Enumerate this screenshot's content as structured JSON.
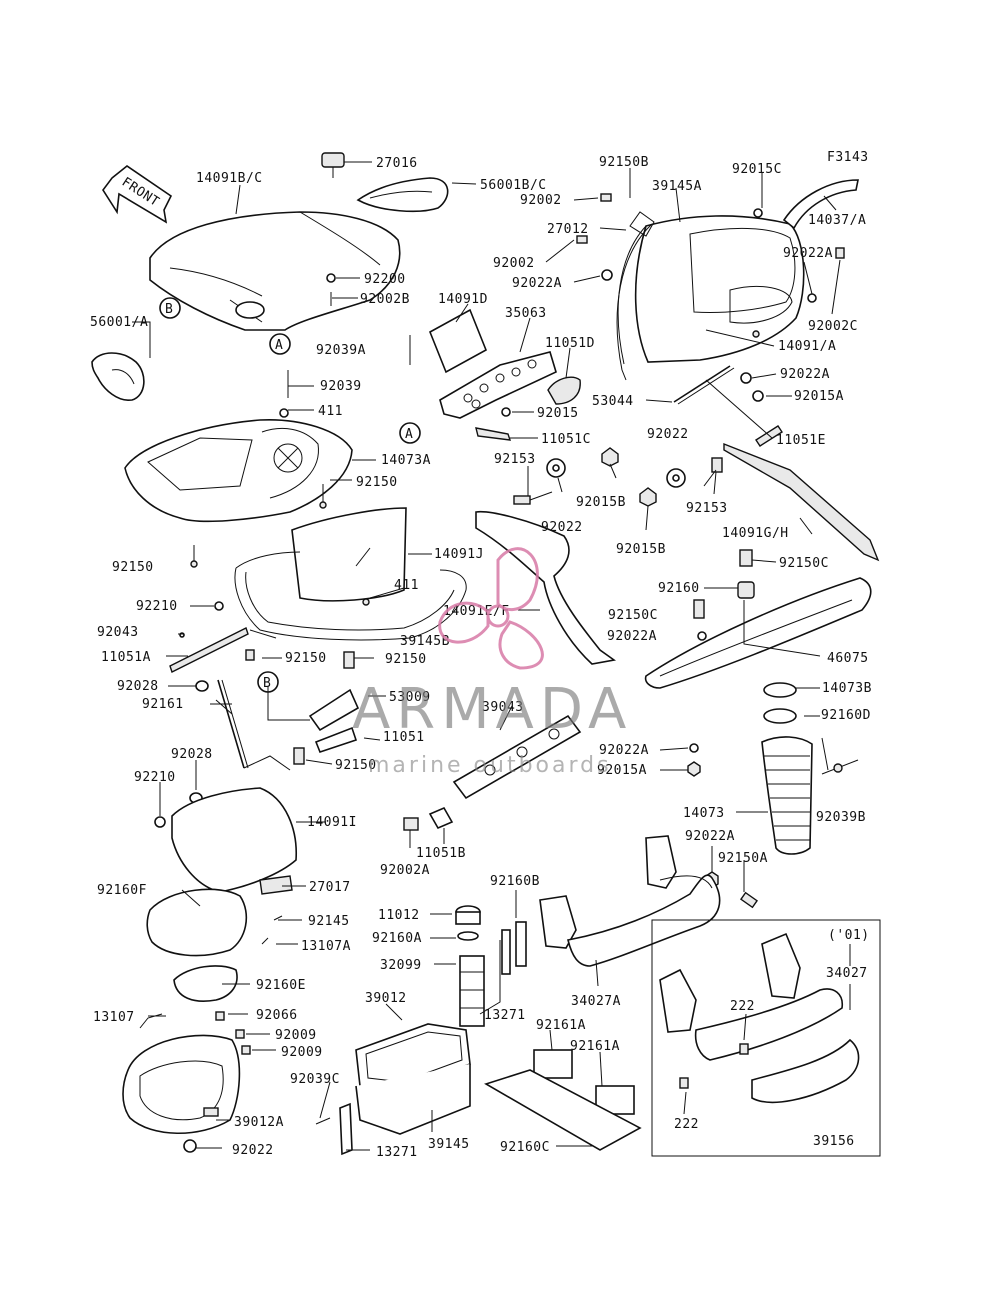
{
  "diagram": {
    "figure_code": "F3143",
    "front_label": "FRONT",
    "year_box_label": "('01)",
    "ref_letters": [
      "A",
      "B"
    ]
  },
  "watermark": {
    "brand": "ARMADA",
    "tagline": "marine outboards",
    "color": "#d87aa6"
  },
  "parts": [
    "27016",
    "14091B/C",
    "56001B/C",
    "92200",
    "92002B",
    "56001/A",
    "92039A",
    "92039",
    "411",
    "14073A",
    "92150",
    "14091D",
    "35063",
    "11051D",
    "92015",
    "11051C",
    "92150B",
    "39145A",
    "92015C",
    "14037/A",
    "92002",
    "27012",
    "92022A",
    "92002C",
    "14091/A",
    "53044",
    "92015A",
    "92022",
    "11051E",
    "92153",
    "92015B",
    "14091G/H",
    "92150C",
    "14091J",
    "14091E/F",
    "39145B",
    "92160",
    "46075",
    "14073B",
    "92160D",
    "92039B",
    "14073",
    "92150A",
    "92210",
    "92043",
    "11051A",
    "92028",
    "92161",
    "53009",
    "11051",
    "39043",
    "14091I",
    "11051B",
    "92002A",
    "92160F",
    "27017",
    "92145",
    "13107A",
    "92160E",
    "13107",
    "92066",
    "92009",
    "39012A",
    "11012",
    "92160A",
    "92160B",
    "32099",
    "13271",
    "39012",
    "92039C",
    "39145",
    "92161A",
    "92160C",
    "34027A",
    "34027",
    "222",
    "39156"
  ],
  "labels": {
    "l27016": "27016",
    "l14091BC": "14091B/C",
    "l56001BC": "56001B/C",
    "l92200": "92200",
    "l92002B": "92002B",
    "l56001A": "56001/A",
    "l92039A": "92039A",
    "l92039": "92039",
    "l411a": "411",
    "l14073A": "14073A",
    "l92150a": "92150",
    "l14091D": "14091D",
    "l35063": "35063",
    "l11051D": "11051D",
    "l92015": "92015",
    "l11051C": "11051C",
    "l92150B": "92150B",
    "l39145A": "39145A",
    "l92015C": "92015C",
    "l14037A": "14037/A",
    "l92002a": "92002",
    "l27012": "27012",
    "l92002b": "92002",
    "l92022Aa": "92022A",
    "l92022Ab": "92022A",
    "l92002C": "92002C",
    "l14091A": "14091/A",
    "l53044": "53044",
    "l92022Ac": "92022A",
    "l92015A": "92015A",
    "l92022a": "92022",
    "l11051E": "11051E",
    "l92153a": "92153",
    "l92015B": "92015B",
    "l92022b": "92022",
    "l92153b": "92153",
    "l92015Bb": "92015B",
    "l14091GH": "14091G/H",
    "l92150b": "92150",
    "l14091J": "14091J",
    "l92150C": "92150C",
    "l411b": "411",
    "l92160": "92160",
    "l14091EF": "14091E/F",
    "l92150Cb": "92150C",
    "l92210": "92210",
    "l92022Ad": "92022A",
    "l39145B": "39145B",
    "l92043": "92043",
    "l11051A": "11051A",
    "l92150c": "92150",
    "l92150d": "92150",
    "l46075": "46075",
    "l92028": "92028",
    "l53009": "53009",
    "l14073B": "14073B",
    "l92161": "92161",
    "l39043": "39043",
    "l92160D": "92160D",
    "l11051": "11051",
    "l92028b": "92028",
    "l92150e": "92150",
    "l92022Ae": "92022A",
    "l92015Ab": "92015A",
    "l92210b": "92210",
    "l14073": "14073",
    "l92039B": "92039B",
    "l14091I": "14091I",
    "l11051B": "11051B",
    "l92022Af": "92022A",
    "l92150A": "92150A",
    "l92002A": "92002A",
    "l92160F": "92160F",
    "l27017": "27017",
    "l92160B": "92160B",
    "l11012": "11012",
    "l92145": "92145",
    "l92160A": "92160A",
    "l13107A": "13107A",
    "l01": "('01)",
    "l34027": "34027",
    "l32099": "32099",
    "l92160E": "92160E",
    "l34027A": "34027A",
    "l222a": "222",
    "l13107": "13107",
    "l92066": "92066",
    "l39012": "39012",
    "l13271a": "13271",
    "l92161Aa": "92161A",
    "l92009a": "92009",
    "l92009b": "92009",
    "l92161Ab": "92161A",
    "l92039C": "92039C",
    "l222b": "222",
    "l39012A": "39012A",
    "l39145": "39145",
    "l92160C": "92160C",
    "l39156": "39156",
    "l92022c": "92022",
    "l13271b": "13271"
  }
}
